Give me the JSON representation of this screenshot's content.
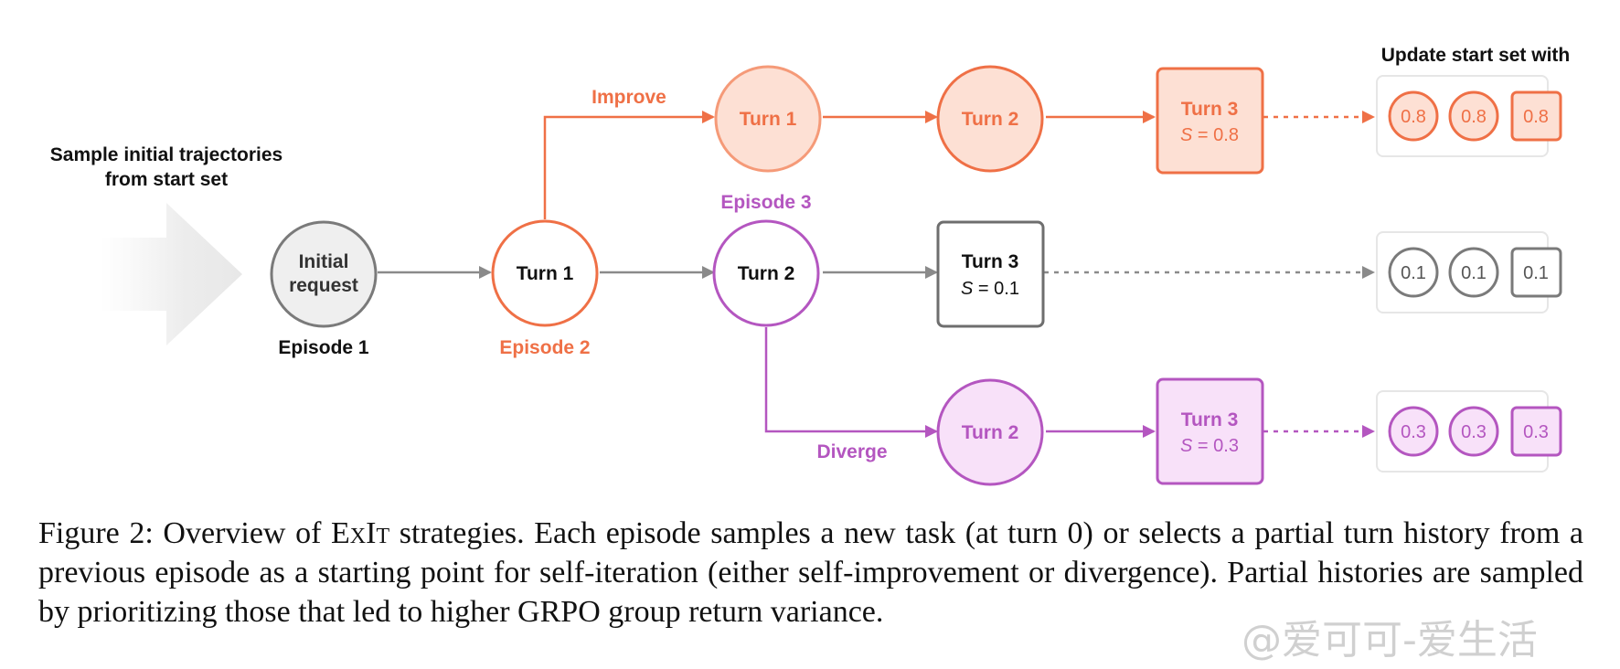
{
  "diagram": {
    "start_text": [
      "Sample initial trajectories",
      "from start set"
    ],
    "update_text": "Update start set with",
    "improve_label": "Improve",
    "diverge_label": "Diverge",
    "episode1_label": "Episode 1",
    "episode2_label": "Episode 2",
    "episode3_label": "Episode 3",
    "initial_request": [
      "Initial",
      "request"
    ],
    "improve_branch": {
      "turn1": "Turn 1",
      "turn2": "Turn 2",
      "turn3": "Turn 3",
      "score": "= 0.8",
      "set": [
        "0.8",
        "0.8",
        "0.8"
      ]
    },
    "main_branch": {
      "turn1": "Turn 1",
      "turn2": "Turn 2",
      "turn3": "Turn 3",
      "score": "= 0.1",
      "set": [
        "0.1",
        "0.1",
        "0.1"
      ]
    },
    "diverge_branch": {
      "turn2": "Turn 2",
      "turn3": "Turn 3",
      "score": "= 0.3",
      "set": [
        "0.3",
        "0.3",
        "0.3"
      ]
    },
    "score_var": "S",
    "colors": {
      "orange": "#ef7046",
      "orange_fill": "#fde0d4",
      "purple": "#b456c0",
      "purple_fill": "#f8e1f9",
      "gray": "#777777",
      "gray_fill": "#efefef"
    }
  },
  "caption": {
    "prefix": "Figure 2: Overview of ",
    "name": "ExIt",
    "text": " strategies. Each episode samples a new task (at turn 0) or selects a partial turn history from a previous episode as a starting point for self-iteration (either self-improvement or divergence). Partial histories are sampled by prioritizing those that led to higher GRPO group return variance."
  },
  "watermark": "@爱可可-爱生活"
}
